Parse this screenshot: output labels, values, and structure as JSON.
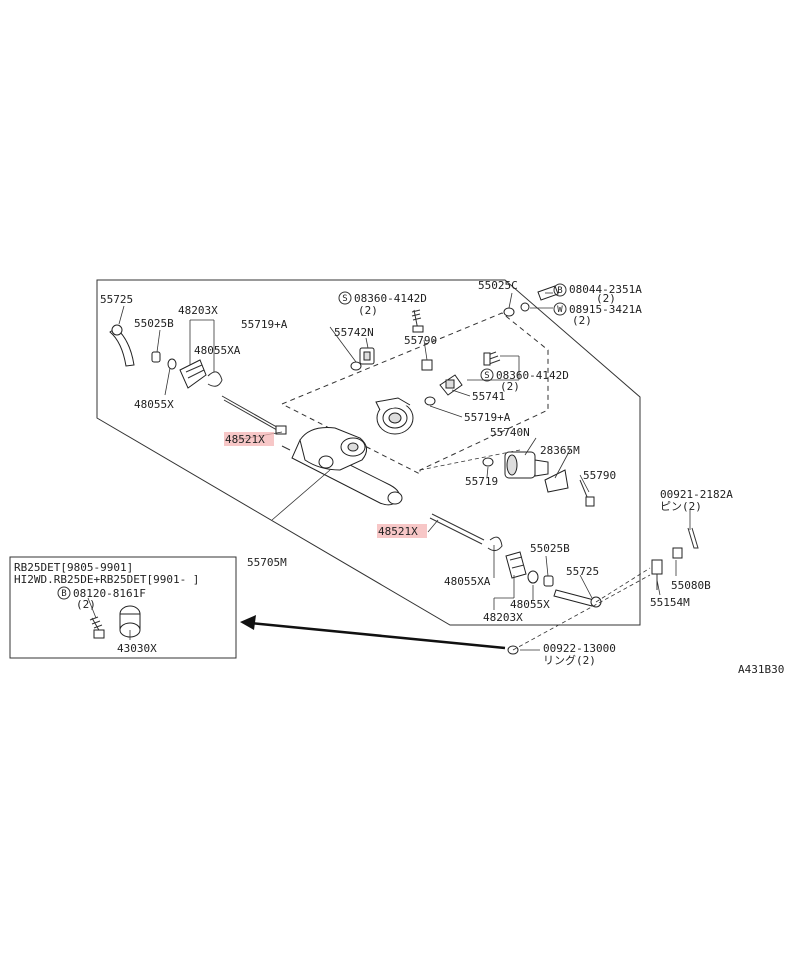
{
  "diagram_id": "A431B30",
  "parts": {
    "p55725_top": "55725",
    "p48203X_top": "48203X",
    "p55025B_top": "55025B",
    "p48055XA_top": "48055XA",
    "p48055X_top": "48055X",
    "p48521X_top": "48521X",
    "p55719A_top": "55719+A",
    "p55742N": "55742N",
    "p08360_top": "08360-4142D",
    "p08360_top_qty": "(2)",
    "p55790_top": "55790",
    "p55025C": "55025C",
    "p08044": "08044-2351A",
    "p08044_qty": "(2)",
    "p08915": "08915-3421A",
    "p08915_qty": "(2)",
    "p08360_mid": "08360-4142D",
    "p08360_mid_qty": "(2)",
    "p55741": "55741",
    "p55719A_mid": "55719+A",
    "p55740N": "55740N",
    "p28365M": "28365M",
    "p55719": "55719",
    "p55790_mid": "55790",
    "p00921": "00921-2182A",
    "p00921_sub": "ピン(2)",
    "p48521X_mid": "48521X",
    "p55025B_bot": "55025B",
    "p55705M": "55705M",
    "p48055XA_bot": "48055XA",
    "p55725_bot": "55725",
    "p55080B": "55080B",
    "p48055X_bot": "48055X",
    "p55154M": "55154M",
    "p48203X_bot": "48203X",
    "p00922": "00922-13000",
    "p00922_sub": "リング(2)",
    "inset_line1": "RB25DET[9805-9901]",
    "inset_line2": "HI2WD.RB25DE+RB25DET[9901- ]",
    "inset_bolt": "08120-8161F",
    "inset_bolt_qty": "(2)",
    "inset_part": "43030X",
    "circle_s": "S",
    "circle_b": "B",
    "circle_w": "W"
  },
  "colors": {
    "line": "#333333",
    "highlight": "#f4b4b4"
  }
}
